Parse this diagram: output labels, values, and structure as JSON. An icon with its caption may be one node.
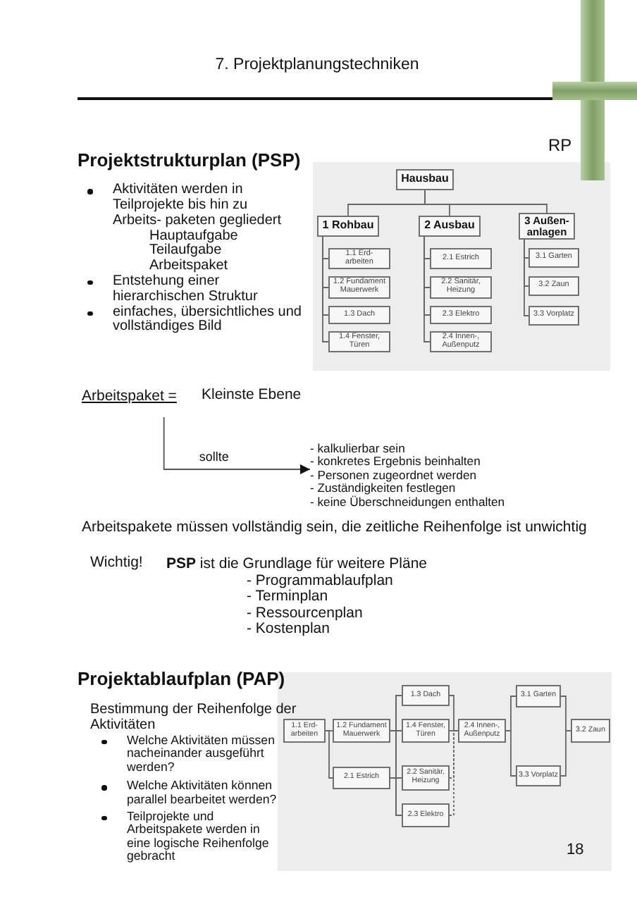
{
  "diagram": {
    "title": "7. Projektplanungstechniken",
    "nodes": [
      {
        "text": [
          "Hausbau"
        ]
      },
      {
        "text": [
          "1 Rohbau"
        ]
      },
      {
        "text": [
          "2 Ausbau"
        ]
      },
      {
        "text": [
          "3 Außen- anlagen"
        ]
      },
      {
        "text": [
          "1.1 Erd- arbeiten"
        ]
      },
      {
        "text": [
          "1.2 Fundament Mauerwerk"
        ]
      },
      {
        "text": [
          "1.3 Dach"
        ]
      },
      {
        "text": [
          "1.4 Fenster, Türen"
        ]
      },
      {
        "text": [
          "2.1 Estrich"
        ]
      },
      {
        "text": [
          "2.2 Sanitär, Heizung"
        ]
      },
      {
        "text": [
          "2.3 Elektro"
        ]
      },
      {
        "text": [
          "2.4 Innen-, Außenputz"
        ]
      },
      {
        "text": [
          "3.1 Garten"
        ]
      },
      {
        "text": [
          "3.2 Zaun"
        ]
      },
      {
        "text": [
          "3.3 Vorplatz"
        ]
      },
      {
        "text": [
          "Arbeitspaket ="
        ]
      },
      {
        "text": [
          "- kalkulierbar sein",
          "- konkretes Ergebnis beinhalten",
          "- Personen zugeordnet werden",
          "- Zuständigkeiten festlegen",
          "- keine Überschneidungen enthalten"
        ]
      },
      {
        "text": [
          "1.1 Erd- arbeiten"
        ]
      },
      {
        "text": [
          "1.2 Fundament Mauerwerk"
        ]
      },
      {
        "text": [
          "2.1 Estrich"
        ]
      },
      {
        "text": [
          "1.3 Dach"
        ]
      },
      {
        "text": [
          "1.4 Fenster, Türen"
        ]
      },
      {
        "text": [
          "2.2 Sanitär, Heizung"
        ]
      },
      {
        "text": [
          "2.3 Elektro"
        ]
      },
      {
        "text": [
          "2.4 Innen-, Außenputz"
        ]
      },
      {
        "text": [
          "3.1 Garten"
        ]
      },
      {
        "text": [
          "3.3 Vorplatz"
        ]
      },
      {
        "text": [
          "3.2 Zaun"
        ]
      }
    ],
    "edges": [
      {
        "from": 0,
        "to": 1,
        "arrow": "none"
      },
      {
        "from": 0,
        "to": 2,
        "arrow": "none"
      },
      {
        "from": 0,
        "to": 3,
        "arrow": "none"
      },
      {
        "from": 1,
        "to": 4,
        "arrow": "none"
      },
      {
        "from": 1,
        "to": 5,
        "arrow": "none"
      },
      {
        "from": 1,
        "to": 6,
        "arrow": "none"
      },
      {
        "from": 1,
        "to": 7,
        "arrow": "none"
      },
      {
        "from": 2,
        "to": 8,
        "arrow": "none"
      },
      {
        "from": 2,
        "to": 9,
        "arrow": "none"
      },
      {
        "from": 2,
        "to": 10,
        "arrow": "none"
      },
      {
        "from": 2,
        "to": 11,
        "arrow": "none"
      },
      {
        "from": 3,
        "to": 12,
        "arrow": "none"
      },
      {
        "from": 3,
        "to": 13,
        "arrow": "none"
      },
      {
        "from": 3,
        "to": 14,
        "arrow": "none"
      },
      {
        "from": 15,
        "to": 16,
        "arrow": "to",
        "label": "sollte"
      },
      {
        "from": 17,
        "to": 18,
        "arrow": "none"
      },
      {
        "from": 17,
        "to": 19,
        "arrow": "none"
      },
      {
        "from": 18,
        "to": 20,
        "arrow": "none"
      },
      {
        "from": 18,
        "to": 21,
        "arrow": "none"
      },
      {
        "from": 18,
        "to": 22,
        "arrow": "none"
      },
      {
        "from": 18,
        "to": 23,
        "arrow": "none"
      },
      {
        "from": 19,
        "to": 20,
        "arrow": "none"
      },
      {
        "from": 19,
        "to": 21,
        "arrow": "none"
      },
      {
        "from": 19,
        "to": 22,
        "arrow": "none"
      },
      {
        "from": 19,
        "to": 23,
        "arrow": "none"
      },
      {
        "from": 20,
        "to": 24,
        "arrow": "none"
      },
      {
        "from": 21,
        "to": 24,
        "arrow": "none"
      },
      {
        "from": 22,
        "to": 24,
        "arrow": "none",
        "style": "dashed"
      },
      {
        "from": 23,
        "to": 24,
        "arrow": "none",
        "style": "dashed"
      },
      {
        "from": 24,
        "to": 25,
        "arrow": "none"
      },
      {
        "from": 24,
        "to": 26,
        "arrow": "none"
      },
      {
        "from": 25,
        "to": 27,
        "arrow": "none"
      },
      {
        "from": 26,
        "to": 27,
        "arrow": "none"
      }
    ],
    "labels": [
      "RP",
      "Projektstrukturplan (PSP)",
      "Aktivitäten werden in Teilprojekte bis hin zu Arbeits- paketen gegliedert",
      "Hauptaufgabe",
      "Teilaufgabe",
      "Arbeitspaket",
      "Entstehung einer hierarchischen Struktur",
      "einfaches, übersichtliches und vollständiges Bild",
      "Kleinste Ebene",
      "Arbeitspakete müssen vollständig sein, die zeitliche Reihenfolge ist unwichtig",
      "Wichtig!",
      "**PSP** ist die Grundlage für weitere Pläne",
      "- Programmablaufplan",
      "- Terminplan",
      "- Ressourcenplan",
      "- Kostenplan",
      "Projektablaufplan (PAP)",
      "Bestimmung der Reihenfolge der Aktivitäten",
      "Welche Aktivitäten müssen nacheinander ausgeführt werden?",
      "Welche Aktivitäten können parallel bearbeitet werden?",
      "Teilprojekte und Arbeitspakete werden in eine logische Reihenfolge gebracht",
      "18"
    ]
  }
}
